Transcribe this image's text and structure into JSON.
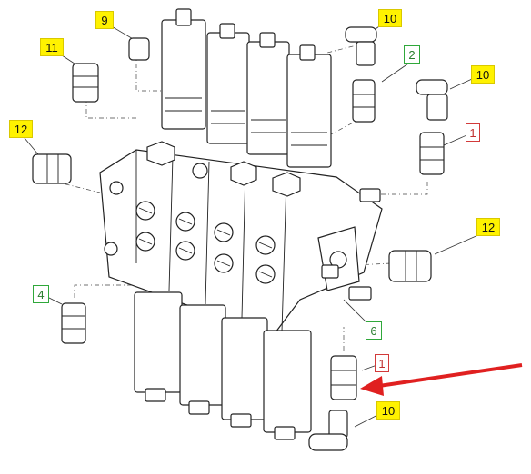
{
  "callouts": [
    {
      "id": "c9",
      "text": "9",
      "style": "yellow"
    },
    {
      "id": "c10a",
      "text": "10",
      "style": "yellow"
    },
    {
      "id": "c11",
      "text": "11",
      "style": "yellow"
    },
    {
      "id": "c2",
      "text": "2",
      "style": "green"
    },
    {
      "id": "c10b",
      "text": "10",
      "style": "yellow"
    },
    {
      "id": "c12a",
      "text": "12",
      "style": "yellow"
    },
    {
      "id": "c1a",
      "text": "1",
      "style": "red"
    },
    {
      "id": "c12b",
      "text": "12",
      "style": "yellow"
    },
    {
      "id": "c4",
      "text": "4",
      "style": "green"
    },
    {
      "id": "c6",
      "text": "6",
      "style": "green"
    },
    {
      "id": "c1b",
      "text": "1",
      "style": "red"
    },
    {
      "id": "c10c",
      "text": "10",
      "style": "yellow"
    }
  ],
  "colors": {
    "arrow": "#e02020",
    "yellow_label": "#fff200",
    "green_label": "#2fa83a",
    "red_label": "#d23a3a"
  }
}
